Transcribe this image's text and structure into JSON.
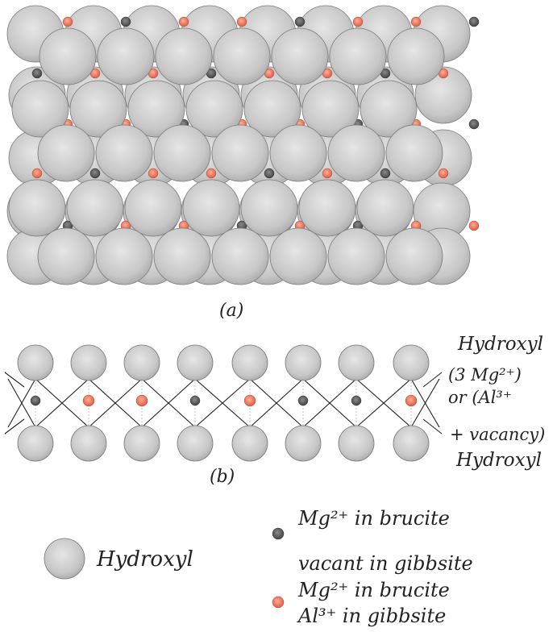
{
  "panel_a": {
    "label": "(a)"
  },
  "panel_b": {
    "label": "(b)",
    "right_labels": {
      "top": "Hydroxyl",
      "mid_line1": "(3 Mg²⁺)",
      "mid_line2": "or (Al³⁺",
      "mid_line3": "+ vacancy)",
      "bottom": "Hydroxyl"
    }
  },
  "legend": {
    "hydroxyl": "Hydroxyl",
    "dark_line1": "Mg²⁺ in brucite",
    "dark_line2": "vacant in gibbsite",
    "orange_line1": "Mg²⁺ in brucite",
    "orange_line2": "Al³⁺ in gibbsite"
  },
  "colors": {
    "hydroxyl": "#c9c9c9",
    "hydroxyl_stroke": "#777777",
    "site_dark": "#5a5a5a",
    "site_orange": "#e8735a"
  }
}
